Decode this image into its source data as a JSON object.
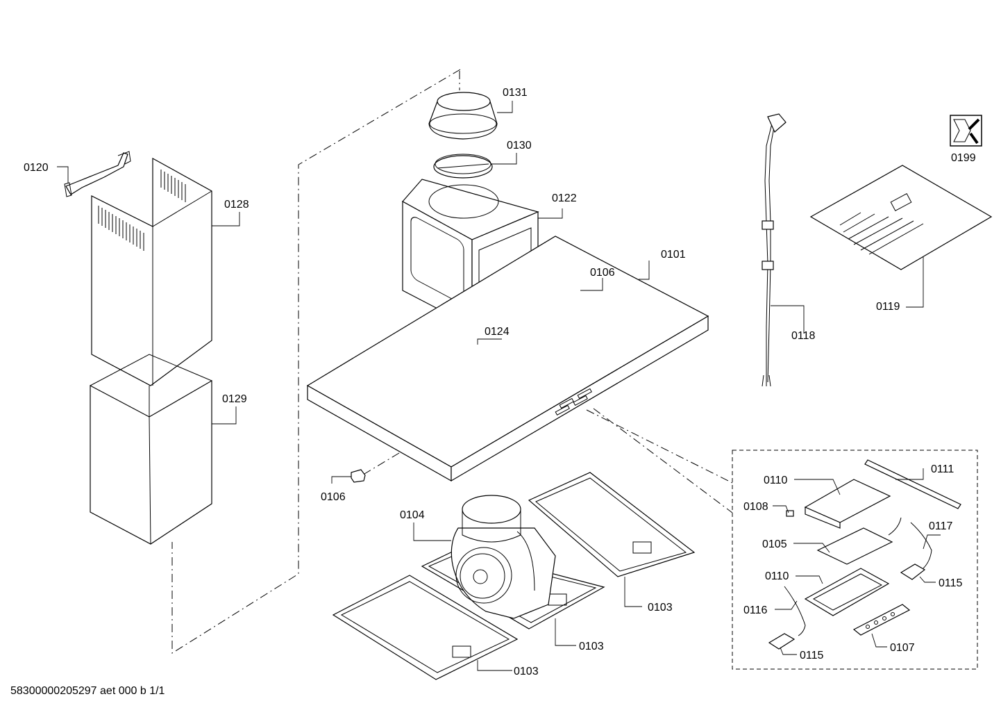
{
  "footer": {
    "doc_code": "58300000205297 aet 000 b 1/1"
  },
  "labels": {
    "p0101": "0101",
    "p0103a": "0103",
    "p0103b": "0103",
    "p0103c": "0103",
    "p0104": "0104",
    "p0105": "0105",
    "p0106a": "0106",
    "p0106b": "0106",
    "p0107": "0107",
    "p0108": "0108",
    "p0110a": "0110",
    "p0110b": "0110",
    "p0111": "0111",
    "p0115a": "0115",
    "p0115b": "0115",
    "p0116": "0116",
    "p0117": "0117",
    "p0118": "0118",
    "p0119": "0119",
    "p0120": "0120",
    "p0122": "0122",
    "p0124": "0124",
    "p0128": "0128",
    "p0129": "0129",
    "p0130": "0130",
    "p0131": "0131",
    "p0199": "0199"
  },
  "icons": {
    "service_tool": "wrench-nut-icon"
  }
}
